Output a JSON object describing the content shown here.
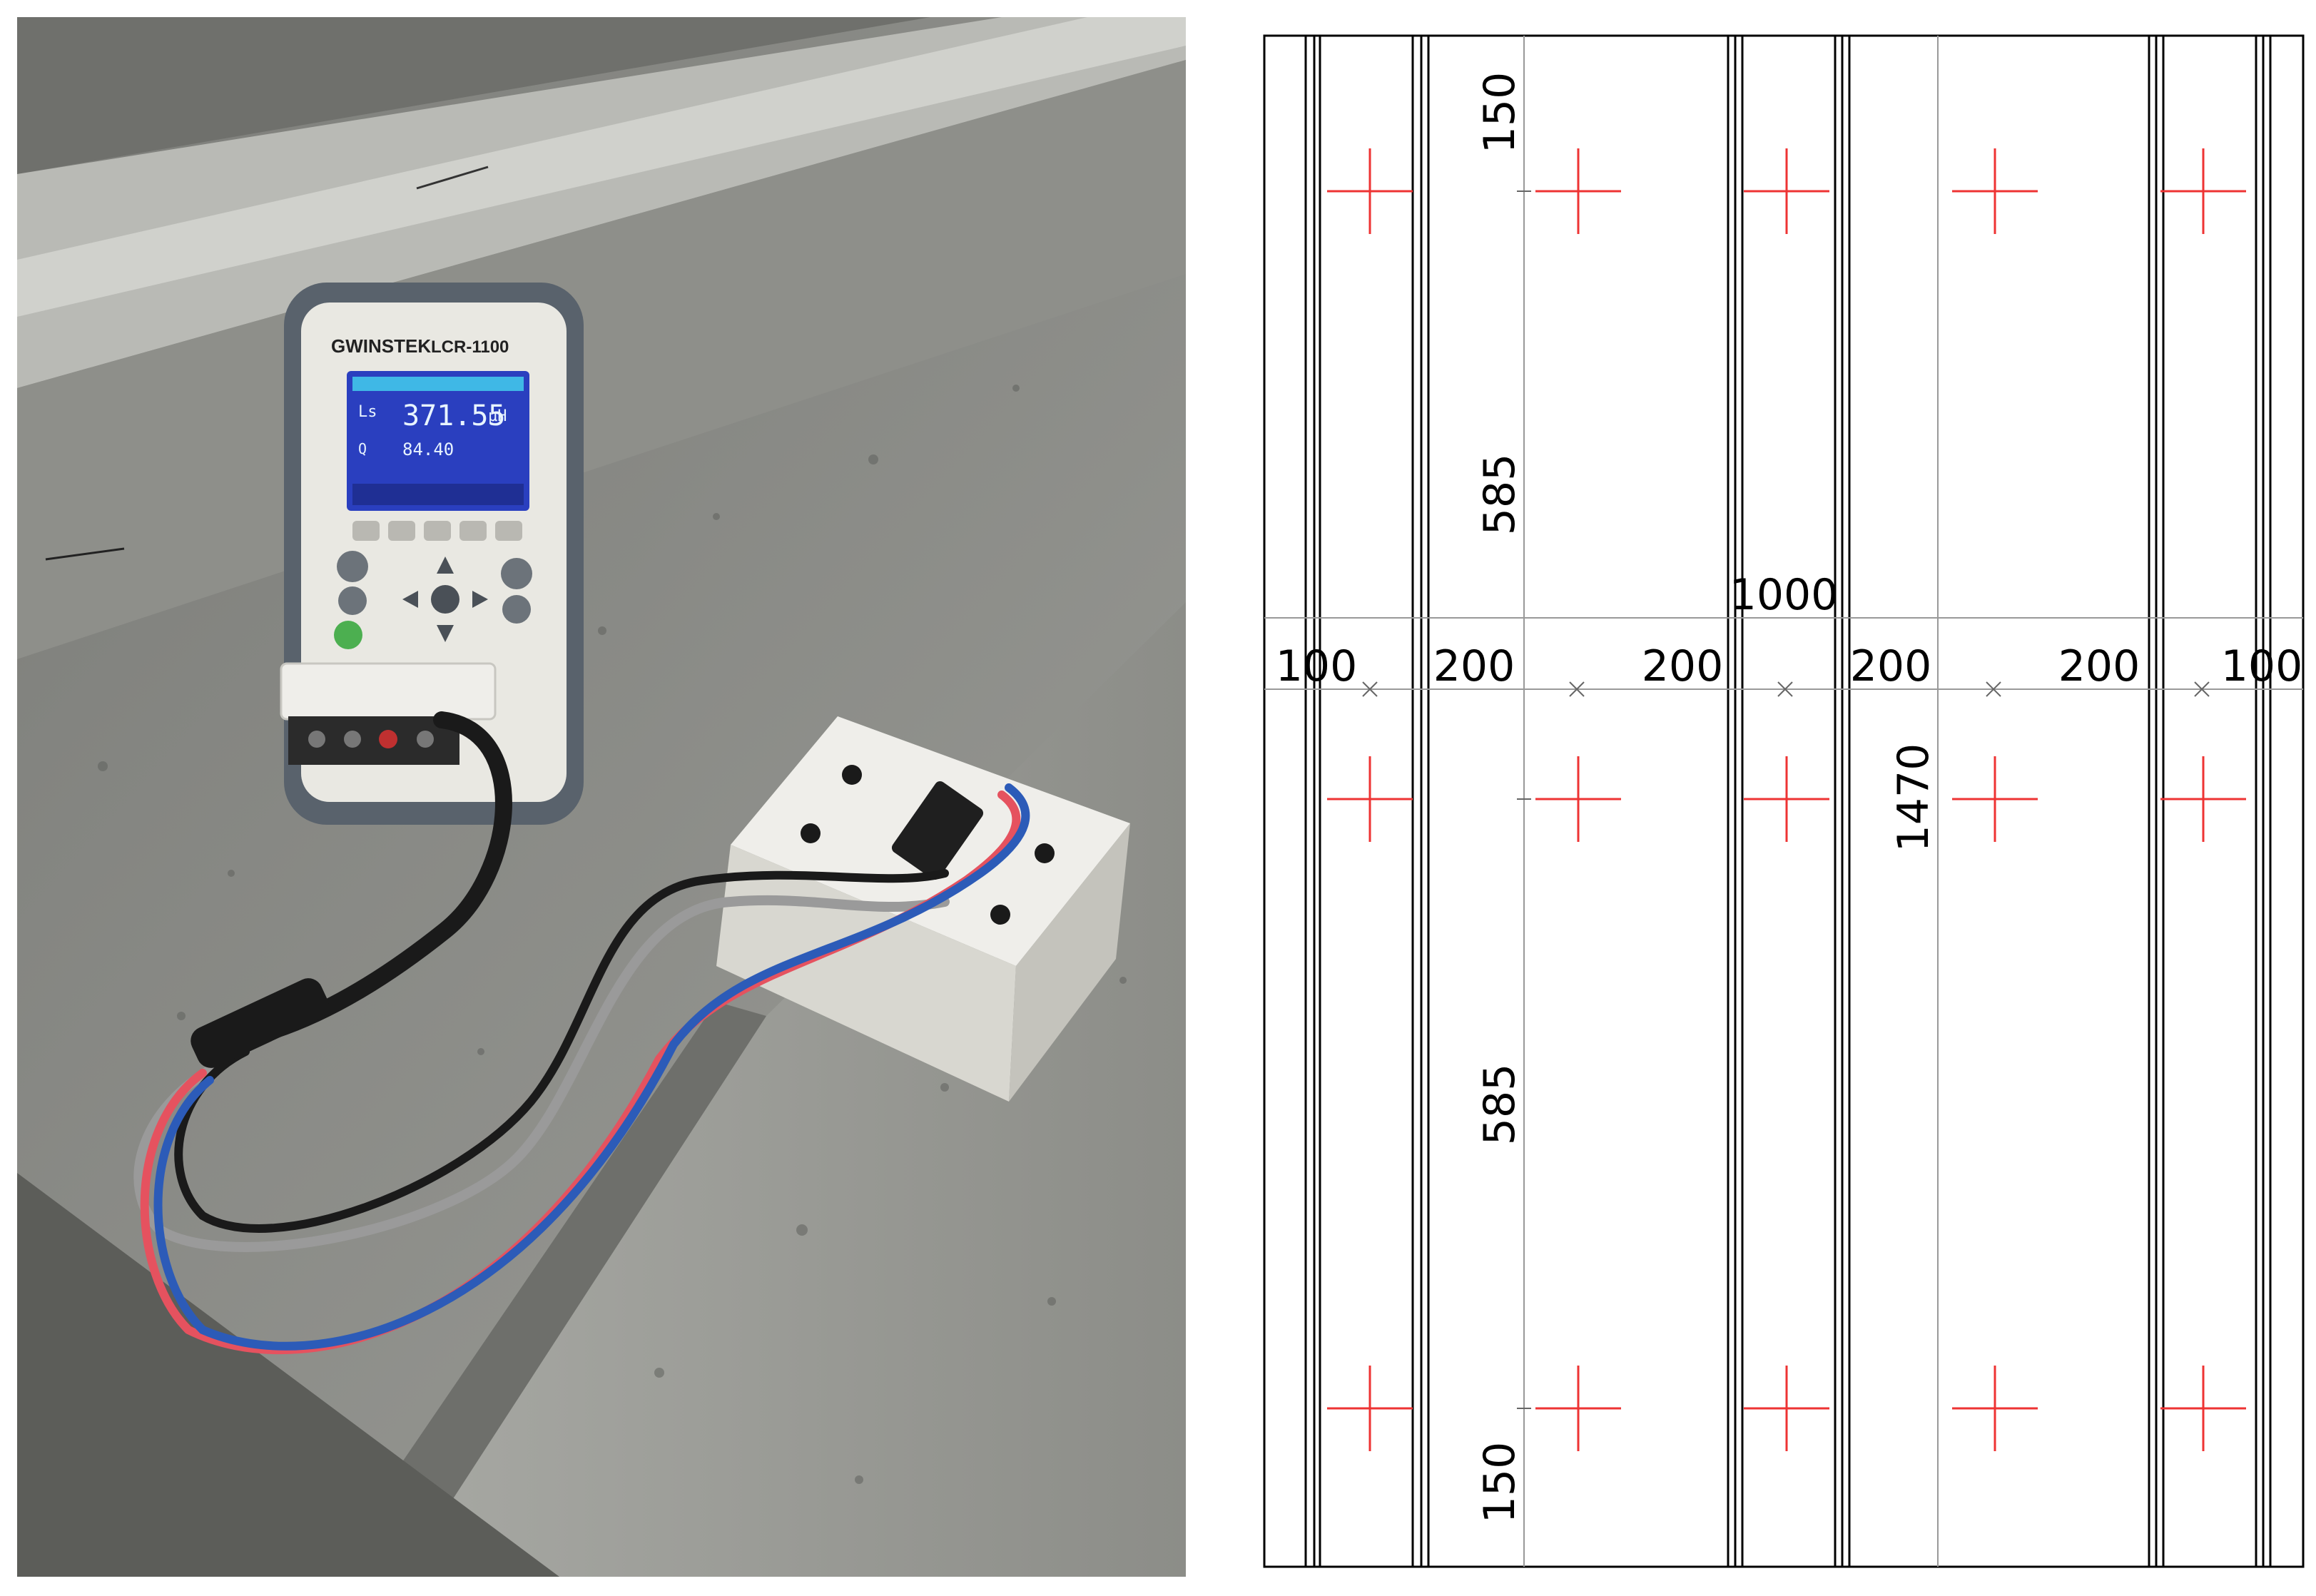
{
  "meter": {
    "brand": "GWINSTEK",
    "model": "LCR-1100",
    "primary_param": "Ls",
    "primary_value": "371.55",
    "primary_unit": "µH",
    "secondary_param": "Q",
    "secondary_value": "84.40"
  },
  "colors": {
    "concrete": "#8f908c",
    "meter_body": "#e9e8e2",
    "meter_dark": "#59626c",
    "lcd": "#2a3fbf",
    "wire_red": "#e5525f",
    "wire_blue": "#2c5bb8",
    "wire_black": "#1a1a1a",
    "wire_gray": "#9a9a9a",
    "grid_mark": "#ee3333"
  },
  "drawing": {
    "top_margin_label": "150",
    "mid_upper_label": "585",
    "mid_lower_label": "585",
    "bottom_margin_label": "150",
    "total_width_label": "1000",
    "total_height_label": "1470",
    "col_spacing_labels": [
      "100",
      "200",
      "200",
      "200",
      "200",
      "100"
    ]
  }
}
